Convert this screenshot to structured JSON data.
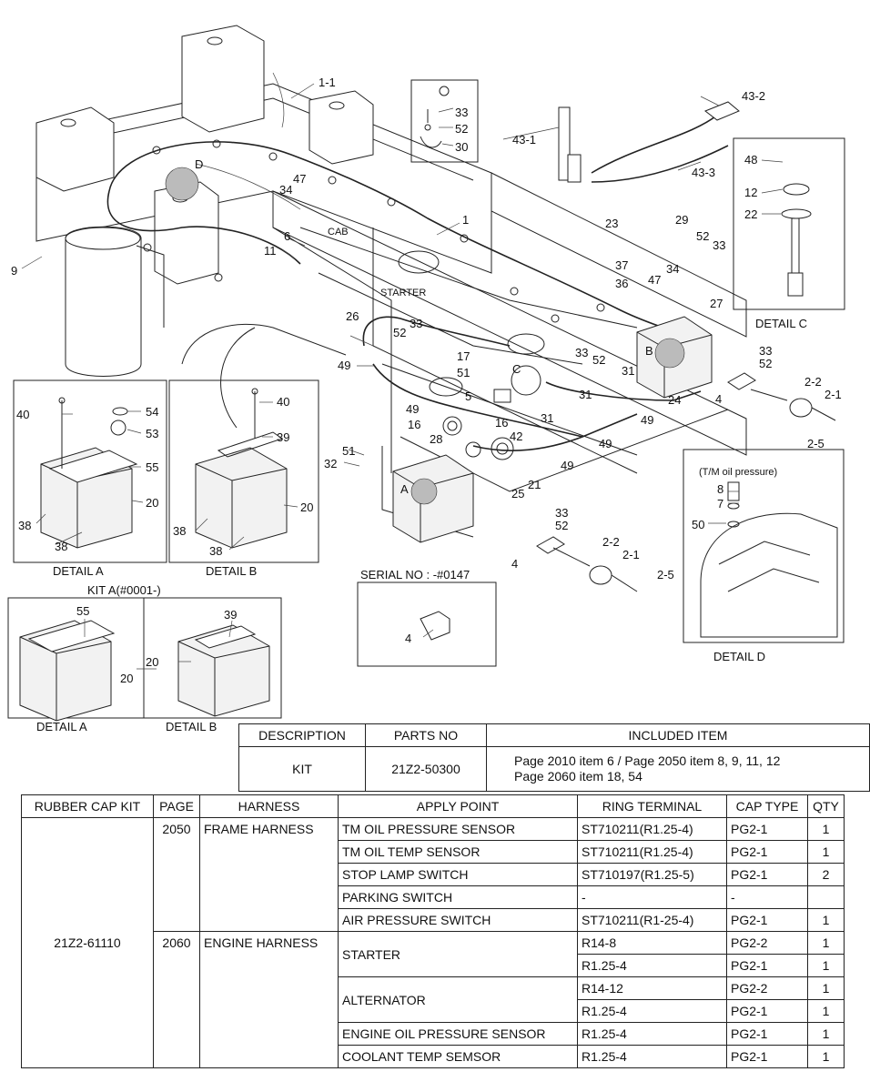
{
  "callouts": {
    "c1_1": "1-1",
    "c1": "1",
    "c9": "9",
    "c11": "11",
    "c6": "6",
    "c34a": "34",
    "c47a": "47",
    "cD": "D",
    "cab": "CAB",
    "c33a": "33",
    "c52a": "52",
    "c30": "30",
    "c43_1": "43-1",
    "c43_2": "43-2",
    "c43_3": "43-3",
    "c48": "48",
    "c12": "12",
    "c22": "22",
    "detail_c": "DETAIL C",
    "c23": "23",
    "c29": "29",
    "c52b": "52",
    "c33b": "33",
    "c37": "37",
    "c36": "36",
    "c47b": "47",
    "c34b": "34",
    "c27": "27",
    "starter": "STARTER",
    "c26": "26",
    "c52c": "52",
    "c33c": "33",
    "c49a": "49",
    "c17": "17",
    "c51a": "51",
    "c5": "5",
    "cC": "C",
    "c33d": "33",
    "c52d": "52",
    "cB": "B",
    "c31a": "31",
    "c31b": "31",
    "c31c": "31",
    "c24": "24",
    "c49b": "49",
    "c49c": "49",
    "c49d": "49",
    "c49e": "49",
    "c33e": "33",
    "c52e": "52",
    "c4a": "4",
    "c2_2a": "2-2",
    "c2_1a": "2-1",
    "c2_5a": "2-5",
    "c16a": "16",
    "c16b": "16",
    "c28": "28",
    "c42": "42",
    "c21": "21",
    "c25": "25",
    "c51b": "51",
    "c32": "32",
    "cA": "A",
    "c33f": "33",
    "c52f": "52",
    "c4b": "4",
    "c2_2b": "2-2",
    "c2_1b": "2-1",
    "c2_5b": "2-5",
    "c40a": "40",
    "c54": "54",
    "c53": "53",
    "c55a": "55",
    "c20a": "20",
    "c38a": "38",
    "c38b": "38",
    "detail_a1": "DETAIL A",
    "c40b": "40",
    "c39a": "39",
    "c20b": "20",
    "c38c": "38",
    "c38d": "38",
    "detail_b1": "DETAIL B",
    "serial": "SERIAL NO : -#0147",
    "c4c": "4",
    "tm_oil": "(T/M oil pressure)",
    "c8": "8",
    "c7": "7",
    "c50": "50",
    "detail_d": "DETAIL D",
    "kit_a": "KIT A(#0001-)",
    "c55b": "55",
    "c20c": "20",
    "detail_a2": "DETAIL A",
    "c39b": "39",
    "c20d": "20",
    "detail_b2": "DETAIL B"
  },
  "kit_table": {
    "headers": [
      "DESCRIPTION",
      "PARTS NO",
      "INCLUDED ITEM"
    ],
    "row": {
      "description": "KIT",
      "parts_no": "21Z2-50300",
      "included_line1": "Page 2010 item 6 / Page 2050 item 8, 9, 11, 12",
      "included_line2": "Page 2060 item 18, 54"
    }
  },
  "cap_table": {
    "headers": [
      "RUBBER CAP KIT",
      "PAGE",
      "HARNESS",
      "APPLY POINT",
      "RING TERMINAL",
      "CAP TYPE",
      "QTY"
    ],
    "kit": "21Z2-61110",
    "groups": [
      {
        "page": "2050",
        "harness": "FRAME HARNESS"
      },
      {
        "page": "2060",
        "harness": "ENGINE HARNESS"
      }
    ],
    "rows": [
      {
        "apply": "TM OIL PRESSURE SENSOR",
        "ring": "ST710211(R1.25-4)",
        "cap": "PG2-1",
        "qty": "1"
      },
      {
        "apply": "TM OIL TEMP SENSOR",
        "ring": "ST710211(R1.25-4)",
        "cap": "PG2-1",
        "qty": "1"
      },
      {
        "apply": "STOP LAMP SWITCH",
        "ring": "ST710197(R1.25-5)",
        "cap": "PG2-1",
        "qty": "2"
      },
      {
        "apply": "PARKING SWITCH",
        "ring": "-",
        "cap": "-",
        "qty": ""
      },
      {
        "apply": "AIR PRESSURE SWITCH",
        "ring": "ST710211(R1-25-4)",
        "cap": "PG2-1",
        "qty": "1"
      },
      {
        "apply": "STARTER",
        "ring": "R14-8",
        "cap": "PG2-2",
        "qty": "1"
      },
      {
        "apply": "",
        "ring": "R1.25-4",
        "cap": "PG2-1",
        "qty": "1"
      },
      {
        "apply": "ALTERNATOR",
        "ring": "R14-12",
        "cap": "PG2-2",
        "qty": "1"
      },
      {
        "apply": "",
        "ring": "R1.25-4",
        "cap": "PG2-1",
        "qty": "1"
      },
      {
        "apply": "ENGINE OIL PRESSURE SENSOR",
        "ring": "R1.25-4",
        "cap": "PG2-1",
        "qty": "1"
      },
      {
        "apply": "COOLANT TEMP SEMSOR",
        "ring": "R1.25-4",
        "cap": "PG2-1",
        "qty": "1"
      }
    ]
  }
}
